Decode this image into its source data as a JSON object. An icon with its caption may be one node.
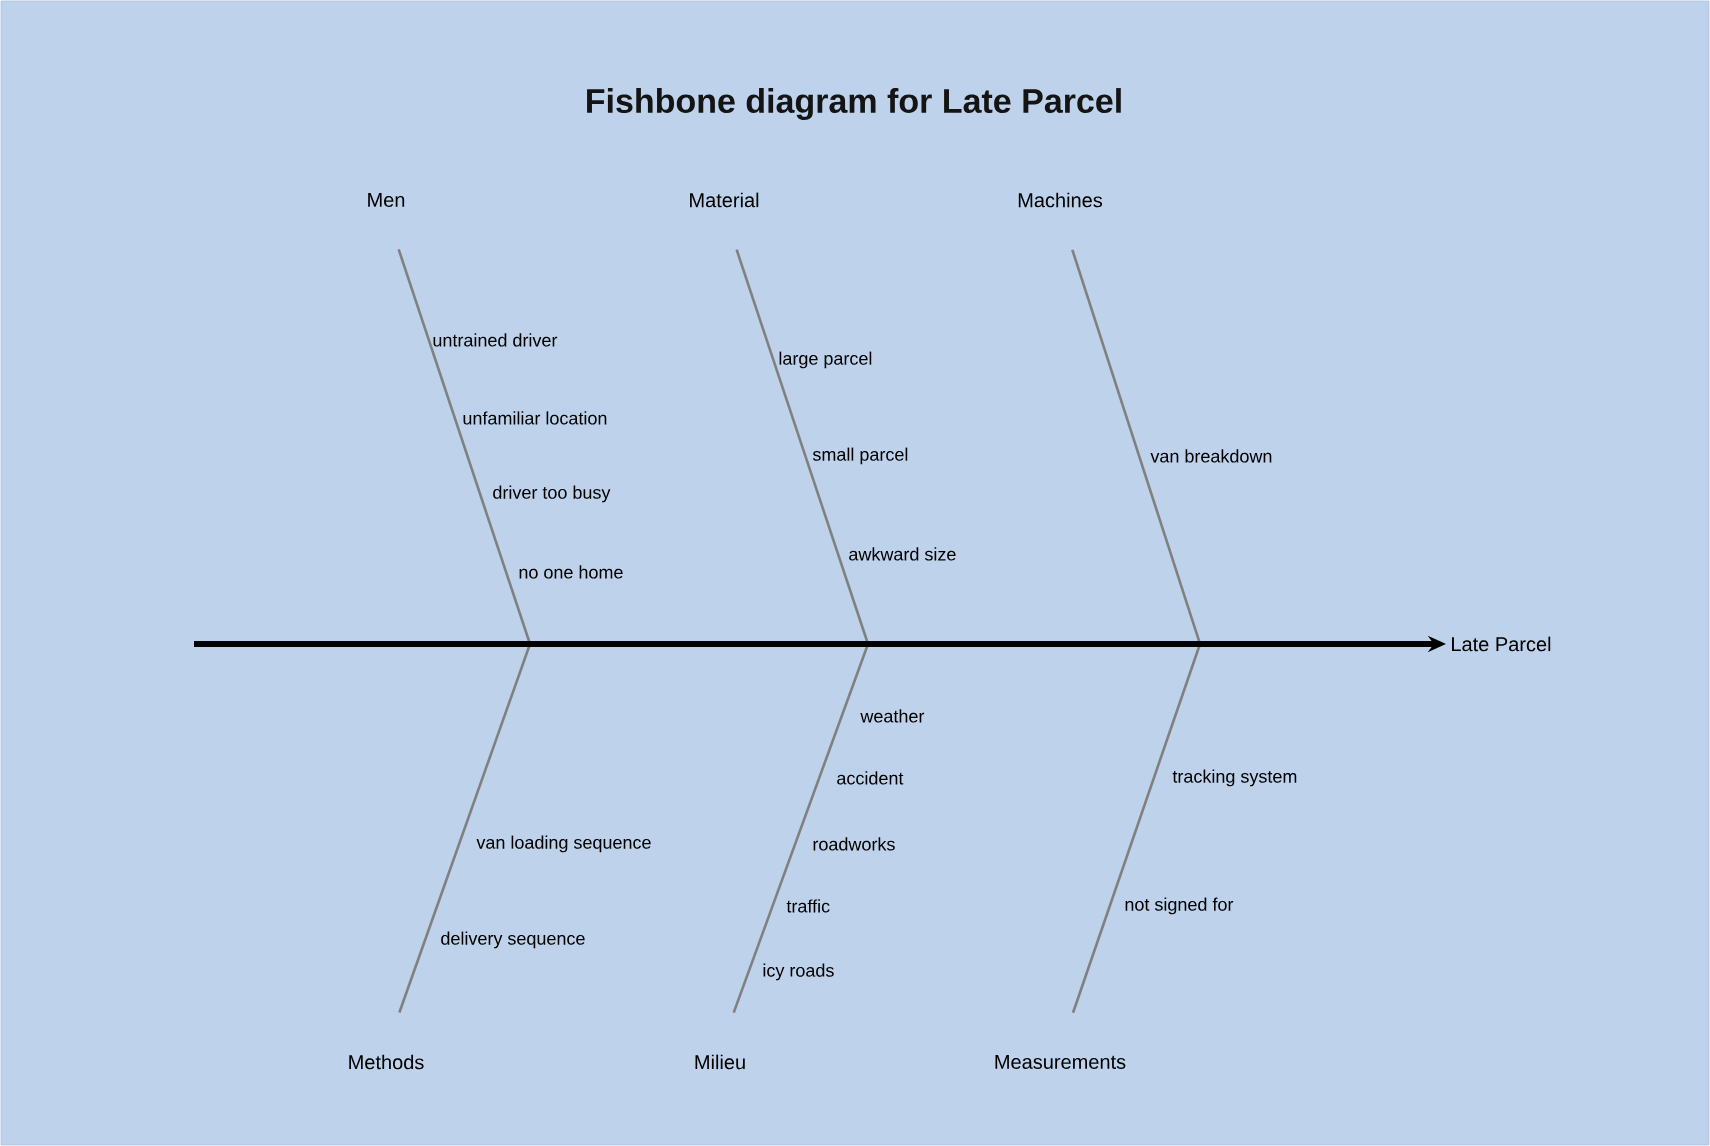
{
  "diagram": {
    "title": "Fishbone diagram for Late Parcel",
    "nodes": [
      {
        "text": [
          "Men"
        ]
      },
      {
        "text": [
          "Material"
        ]
      },
      {
        "text": [
          "Machines"
        ]
      },
      {
        "text": [
          "Methods"
        ]
      },
      {
        "text": [
          "Milieu"
        ]
      },
      {
        "text": [
          "Measurements"
        ]
      },
      {
        "text": [
          "Late Parcel"
        ]
      }
    ],
    "edges": [
      {
        "from": 0,
        "to": null,
        "arrow": "none"
      },
      {
        "from": 1,
        "to": null,
        "arrow": "none"
      },
      {
        "from": 2,
        "to": null,
        "arrow": "none"
      },
      {
        "from": 3,
        "to": null,
        "arrow": "none"
      },
      {
        "from": 4,
        "to": null,
        "arrow": "none"
      },
      {
        "from": 5,
        "to": null,
        "arrow": "none"
      },
      {
        "from": null,
        "to": 6,
        "arrow": "to",
        "style": "thick",
        "color": "#000000"
      }
    ],
    "labels": [
      "untrained driver",
      "large parcel",
      "unfamiliar location",
      "small parcel",
      "van breakdown",
      "driver too busy",
      "awkward size",
      "no one home",
      "weather",
      "accident",
      "tracking system",
      "van loading sequence",
      "roadworks",
      "traffic",
      "not signed for",
      "delivery sequence",
      "icy roads"
    ]
  }
}
